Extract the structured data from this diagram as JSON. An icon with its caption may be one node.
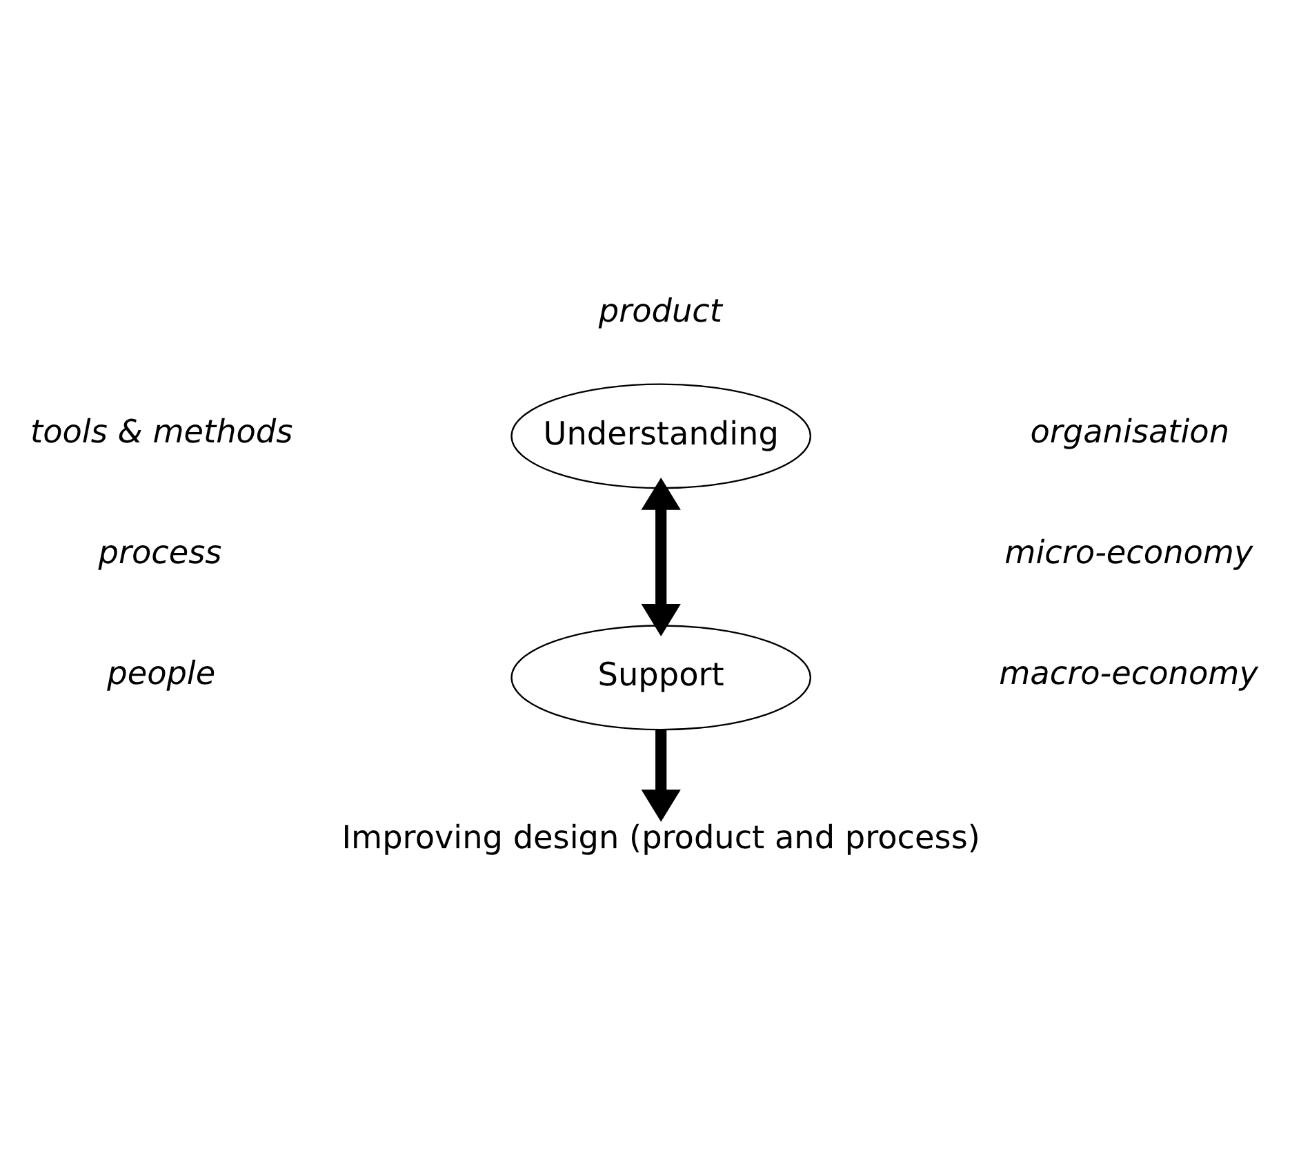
{
  "diagram": {
    "nodes": [
      {
        "text": [
          "Understanding"
        ]
      },
      {
        "text": [
          "Support"
        ]
      },
      {
        "text": [
          "Improving design (product and process)"
        ]
      }
    ],
    "edges": [
      {
        "from": 0,
        "to": 1,
        "arrow": "both"
      },
      {
        "from": 1,
        "to": 2,
        "arrow": "to"
      }
    ],
    "labels": [
      "product",
      "tools & methods",
      "organisation",
      "process",
      "micro-economy",
      "people",
      "macro-economy"
    ]
  }
}
